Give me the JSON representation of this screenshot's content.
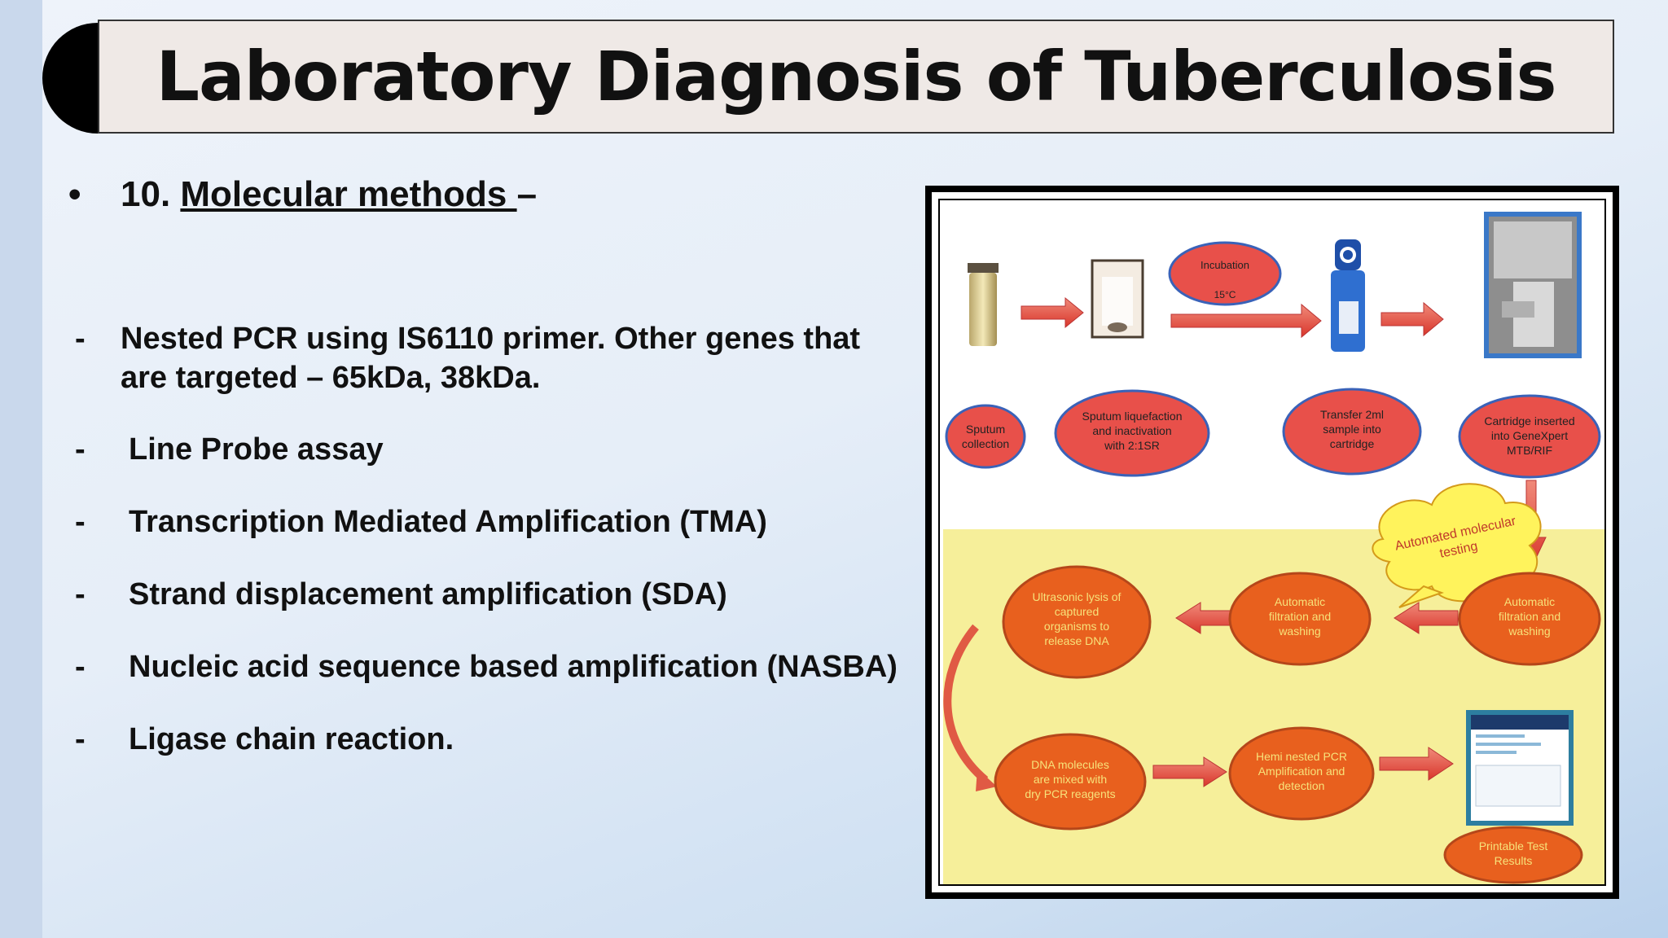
{
  "slide": {
    "title": "Laboratory Diagnosis of Tuberculosis",
    "heading_number": "10.",
    "heading_label": "Molecular methods ",
    "heading_suffix": "–",
    "bullet_symbol": "•",
    "dash_symbol": "-",
    "items": [
      {
        "text_line1": "Nested PCR using IS6110 primer. Other genes that",
        "text_line2": "are targeted – 65kDa, 38kDa."
      },
      {
        "text": "Line Probe assay"
      },
      {
        "text": "Transcription Mediated Amplification (TMA)"
      },
      {
        "text": "Strand displacement amplification (SDA)"
      },
      {
        "text": "Nucleic acid sequence based amplification (NASBA)"
      },
      {
        "text": "Ligase chain reaction."
      }
    ]
  },
  "figure": {
    "colors": {
      "node": "#e8504a",
      "node_stroke": "#c0392b",
      "node_orange": "#e8601e",
      "top_bg": "#ffffff",
      "bottom_bg": "#f6ef9a",
      "cloud": "#fff35c"
    },
    "nodes": {
      "sputum": [
        "Sputum",
        "collection"
      ],
      "liquefaction": [
        "Sputum liquefaction",
        "and inactivation",
        "with 2:1SR"
      ],
      "incubation": [
        "Incubation",
        "15°C"
      ],
      "transfer": [
        "Transfer 2ml",
        "sample into",
        "cartridge"
      ],
      "cartridge": [
        "Cartridge inserted",
        "into GeneXpert",
        "MTB/RIF"
      ],
      "cloud": [
        "Automated molecular",
        "testing"
      ],
      "auto_right": [
        "Automatic",
        "filtration and",
        "washing"
      ],
      "auto_mid": [
        "Automatic",
        "filtration and",
        "washing"
      ],
      "ultrasonic": [
        "Ultrasonic lysis of",
        "captured",
        "organisms to",
        "release DNA"
      ],
      "dna": [
        "DNA molecules",
        "are mixed with",
        "dry PCR reagents"
      ],
      "hemi": [
        "Hemi nested PCR",
        "Amplification and",
        "detection"
      ],
      "printable": [
        "Printable Test",
        "Results"
      ]
    }
  }
}
